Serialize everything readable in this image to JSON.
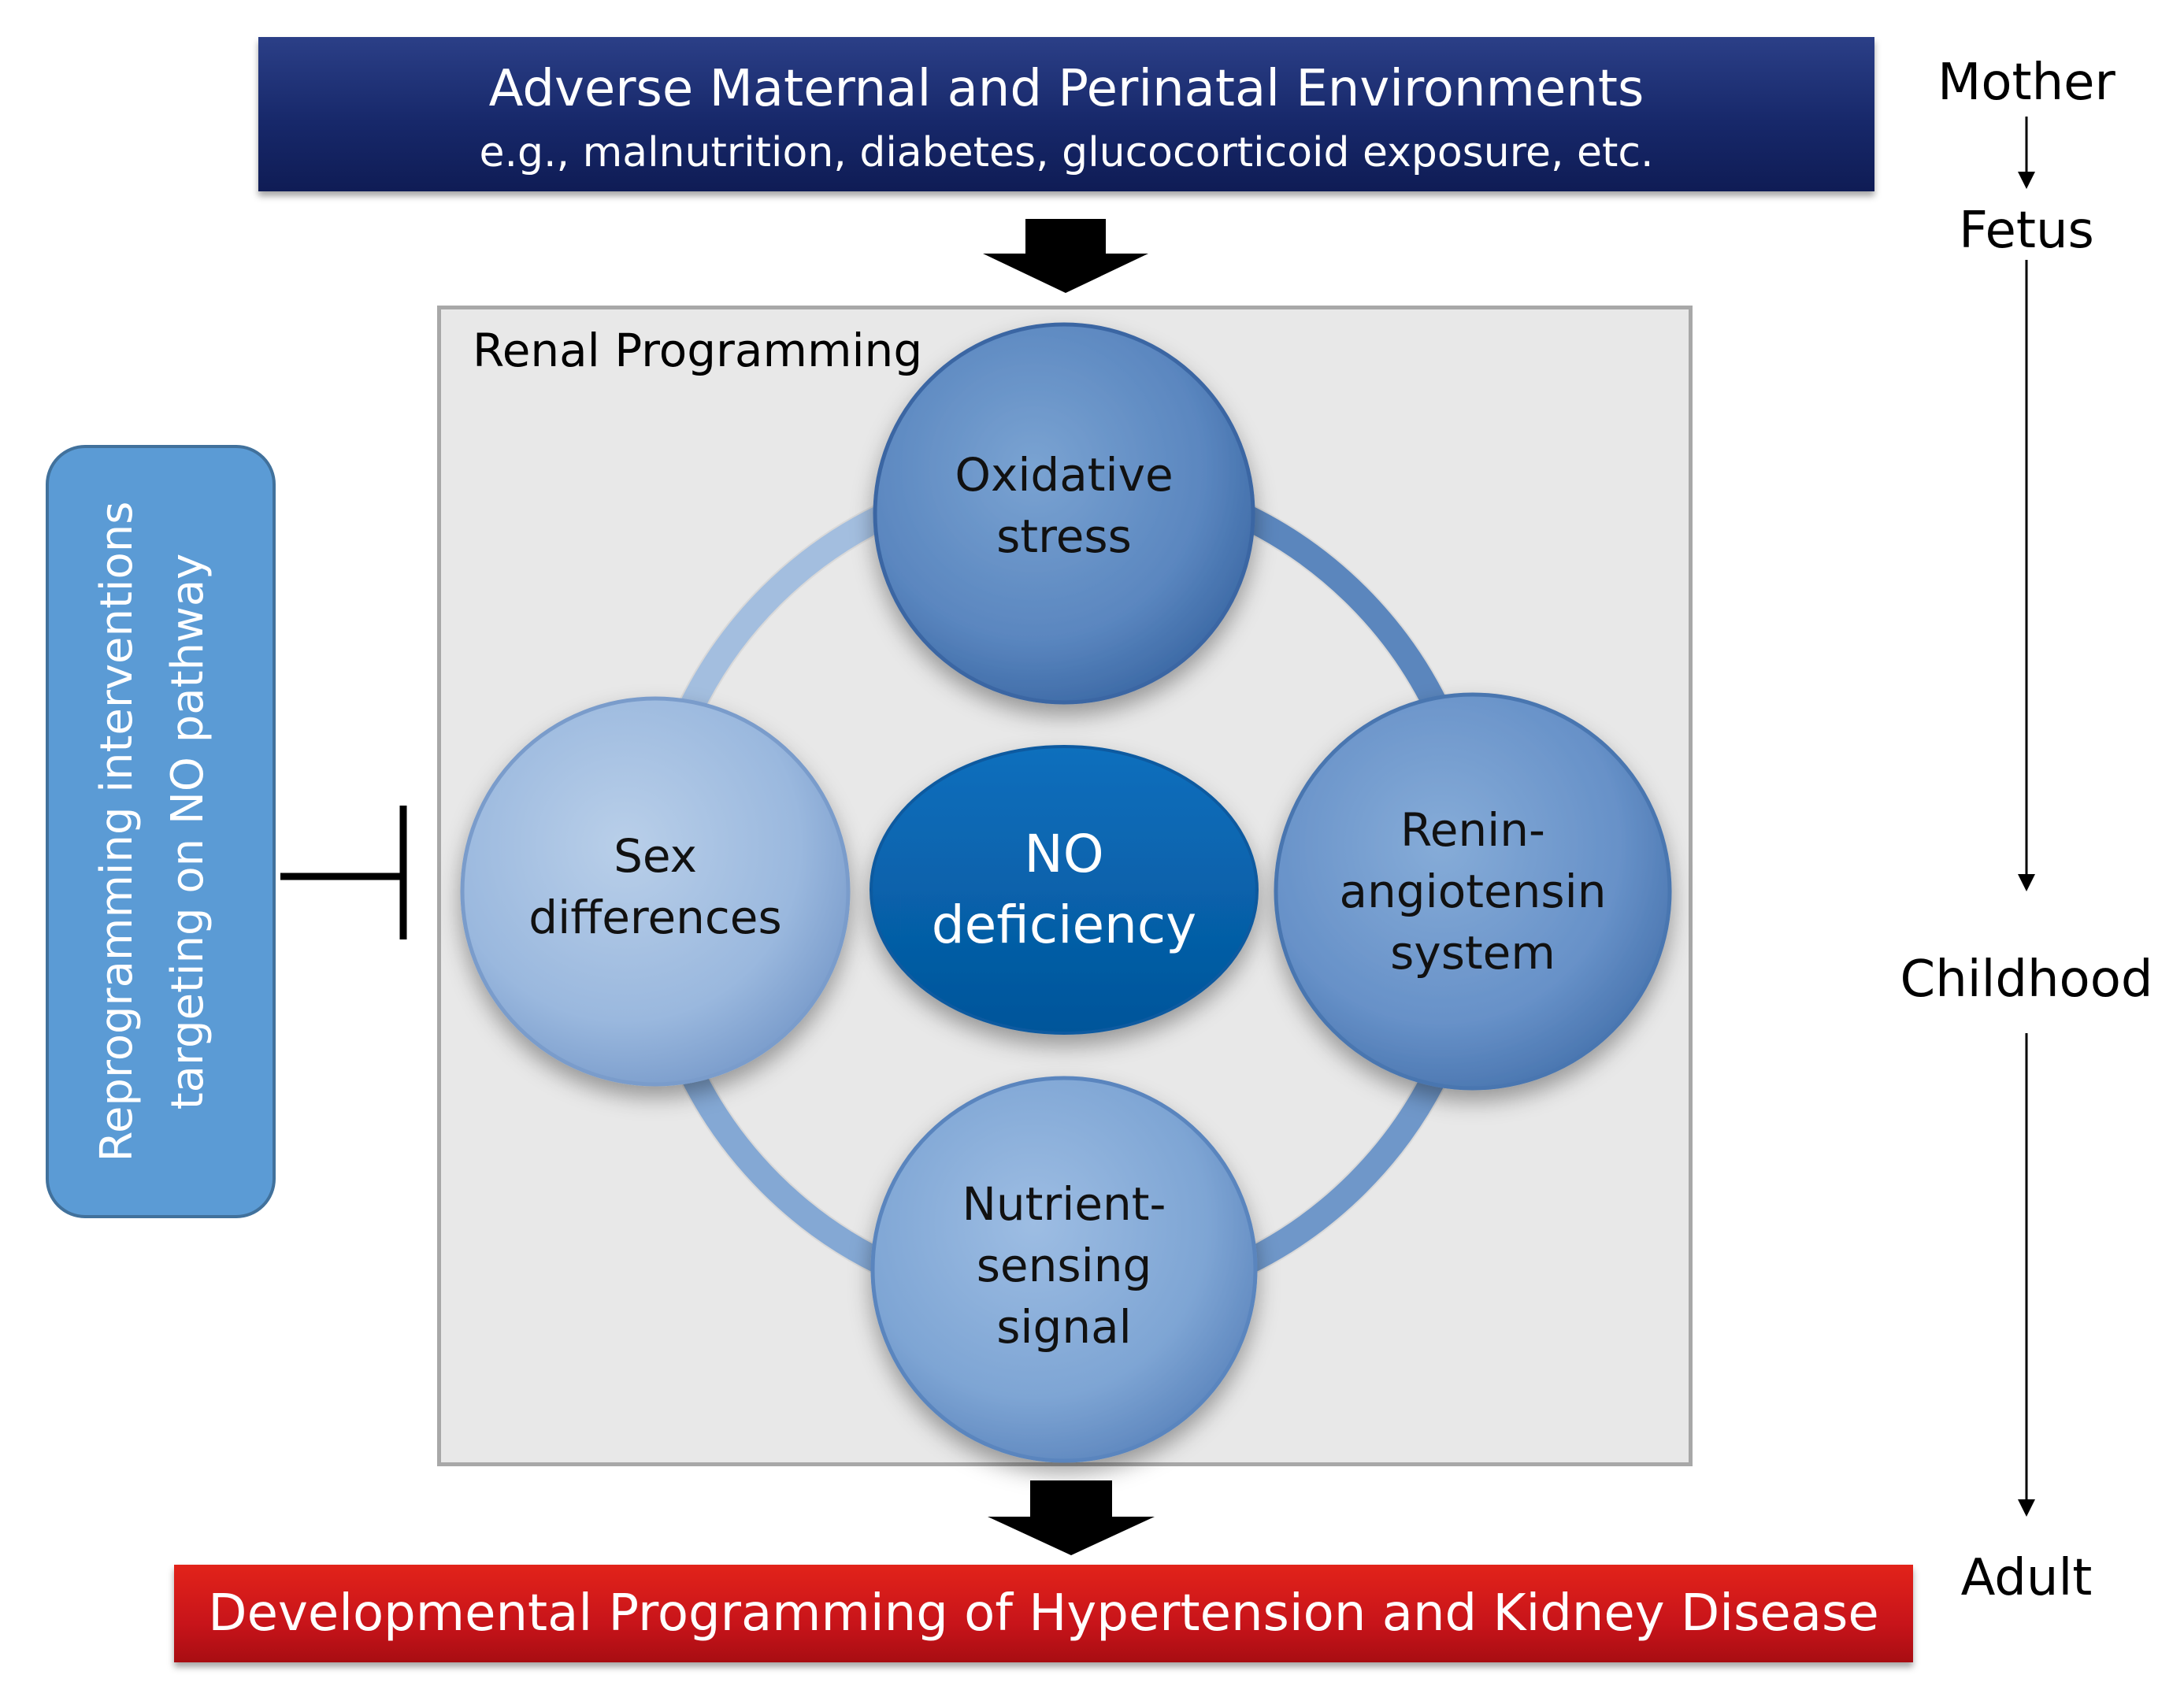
{
  "top_banner": {
    "title": "Adverse Maternal and Perinatal Environments",
    "subtitle": "e.g., malnutrition, diabetes, glucocorticoid exposure, etc."
  },
  "renal_box": {
    "label": "Renal Programming"
  },
  "center": {
    "line1": "NO",
    "line2": "deficiency"
  },
  "nodes": {
    "oxidative": {
      "line1": "Oxidative",
      "line2": "stress"
    },
    "ras": {
      "line1": "Renin-",
      "line2": "angiotensin",
      "line3": "system"
    },
    "nutrient": {
      "line1": "Nutrient-",
      "line2": "sensing",
      "line3": "signal"
    },
    "sex": {
      "line1": "Sex",
      "line2": "differences"
    }
  },
  "intervention": {
    "line1": "Reprogramming interventions",
    "line2": "targeting on NO pathway"
  },
  "bottom_banner": {
    "title": "Developmental Programming of Hypertension and Kidney Disease"
  },
  "timeline": {
    "mother": "Mother",
    "fetus": "Fetus",
    "childhood": "Childhood",
    "adult": "Adult"
  },
  "colors": {
    "top_banner": "#17286a",
    "bottom_banner": "#c8141a",
    "center_node": "#0563a8",
    "nodes": "#6f97c6",
    "intervention": "#5b9bd5"
  }
}
